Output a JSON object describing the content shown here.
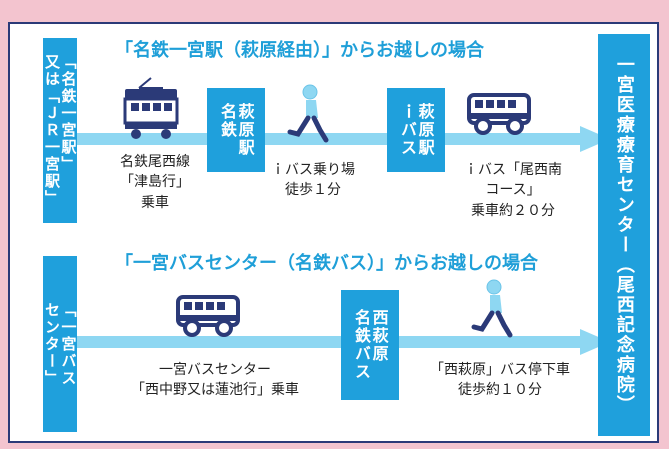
{
  "route1": {
    "title": "「名鉄一宮駅（萩原経由）」からお越しの場合",
    "origin_label": "「名鉄一宮駅」\n又は「ＪＲ一宮駅」",
    "stop1_label": "萩原駅\n名鉄",
    "stop2_label": "萩原駅\nｉバス",
    "step1_caption": "名鉄尾西線\n「津島行」\n乗車",
    "step2_caption": "ｉバス乗り場\n徒歩１分",
    "step3_caption": "ｉバス「尾西南\nコース」\n乗車約２０分"
  },
  "route2": {
    "title": "「一宮バスセンター（名鉄バス）」からお越しの場合",
    "origin_label": "「一宮バス\nセンター」",
    "stop1_label": "西萩原\n名鉄バス",
    "step1_caption": "一宮バスセンター\n「西中野又は蓮池行」乗車",
    "step2_caption": "「西萩原」バス停下車\n徒歩約１０分"
  },
  "destination": {
    "label": "一宮医療療育センター（尾西記念病院）"
  },
  "icons": {
    "train": "train-icon",
    "bus": "bus-icon",
    "walk": "walking-person-icon"
  },
  "colors": {
    "accent": "#1fa0dc",
    "arrow": "#8ed7f2",
    "border": "#2b3a78",
    "background": "#f3c4cf"
  }
}
